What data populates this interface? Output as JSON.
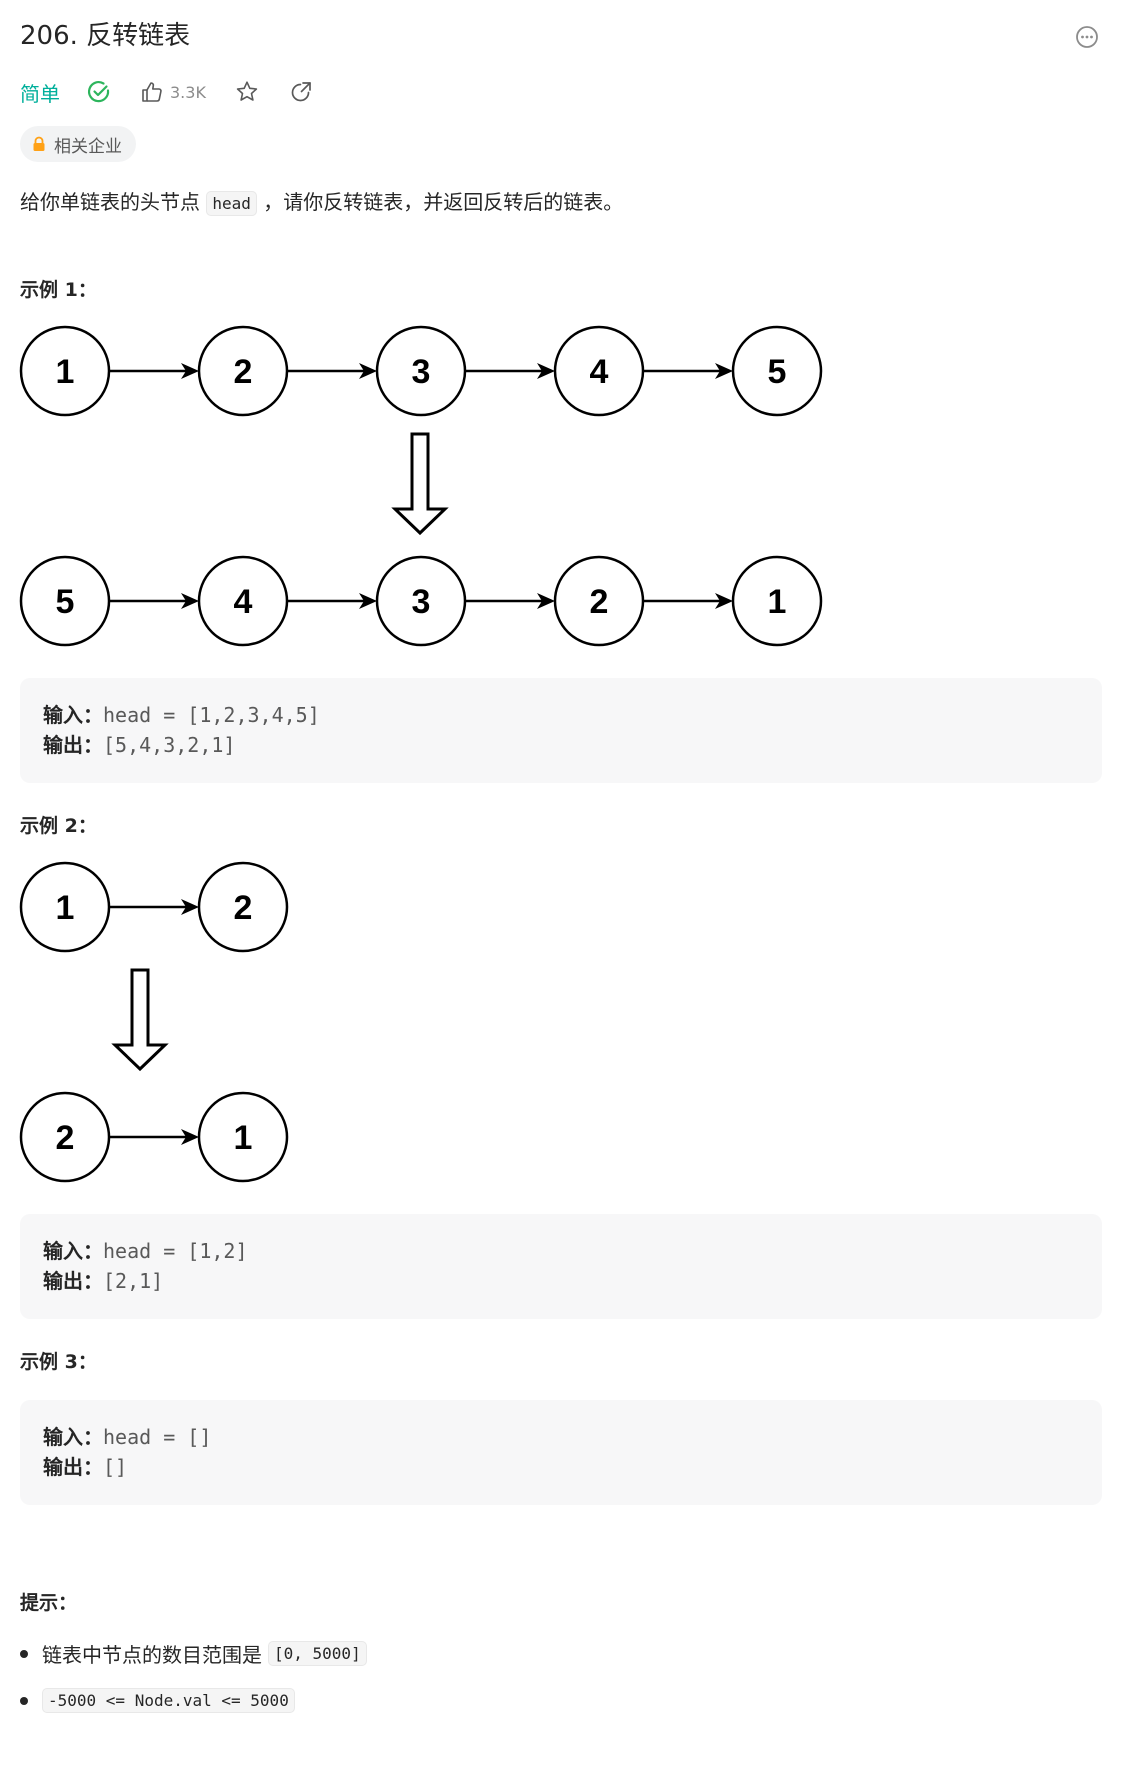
{
  "problem": {
    "title": "206. 反转链表",
    "difficulty": "简单",
    "likes": "3.3K",
    "company_tag": "相关企业"
  },
  "description": {
    "prefix": "给你单链表的头节点",
    "code": "head",
    "suffix": "，请你反转链表，并返回反转后的链表。"
  },
  "examples": [
    {
      "heading": "示例 1：",
      "input_label": "输入：",
      "input_value": "head = [1,2,3,4,5]",
      "output_label": "输出：",
      "output_value": "[5,4,3,2,1]",
      "diagram_top": [
        "1",
        "2",
        "3",
        "4",
        "5"
      ],
      "diagram_bottom": [
        "5",
        "4",
        "3",
        "2",
        "1"
      ]
    },
    {
      "heading": "示例 2：",
      "input_label": "输入：",
      "input_value": "head = [1,2]",
      "output_label": "输出：",
      "output_value": "[2,1]",
      "diagram_top": [
        "1",
        "2"
      ],
      "diagram_bottom": [
        "2",
        "1"
      ]
    },
    {
      "heading": "示例 3：",
      "input_label": "输入：",
      "input_value": "head = []",
      "output_label": "输出：",
      "output_value": "[]"
    }
  ],
  "constraints": {
    "heading": "提示：",
    "items": [
      {
        "text": "链表中节点的数目范围是",
        "code": "[0, 5000]"
      },
      {
        "text": "",
        "code": "-5000 <= Node.val <= 5000"
      }
    ]
  },
  "icons": {
    "more": "more-horizontal-icon",
    "solved": "check-circle-icon",
    "like": "thumbs-up-icon",
    "favorite": "star-icon",
    "share": "share-icon",
    "lock": "lock-icon"
  },
  "colors": {
    "difficulty": "#00af9b",
    "solved": "#2db55d",
    "lock": "#ffa116"
  }
}
